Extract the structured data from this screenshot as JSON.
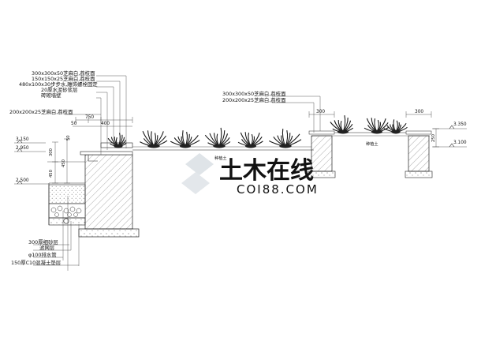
{
  "watermark": {
    "main": "土木在线",
    "sub": "COI88.COM"
  },
  "left_labels_top": [
    "300x300x50芝麻白,荔枝面",
    "150x150x25芝麻白,荔枝面",
    "480x100x30步步水,雕饰螺栓固定",
    "20厚水泥砂浆层",
    "砖砌墙壁"
  ],
  "left_label_mid": "200x200x25芝麻白,荔枝面",
  "right_labels_top": [
    "300x300x50芝麻白,荔枝面",
    "200x200x25芝麻白,荔枝面"
  ],
  "bottom_labels": [
    "300厚细砂层",
    "滤网层",
    "φ100排水管",
    "150厚C10混凝土垫层"
  ],
  "soil_labels": [
    "种植土",
    "种植土"
  ],
  "dimensions": {
    "d750": "750",
    "d400": "400",
    "d50a": "50",
    "d50b": "50",
    "d300v": "300",
    "d450a": "450",
    "d450b": "450",
    "d300r1": "300",
    "d300r2": "300",
    "d250": "250"
  },
  "elevations": {
    "left_top": "3.150",
    "left_mid": "2.950",
    "left_bottom": "2.500",
    "right_top": "3.350",
    "right_bottom": "3.100"
  }
}
